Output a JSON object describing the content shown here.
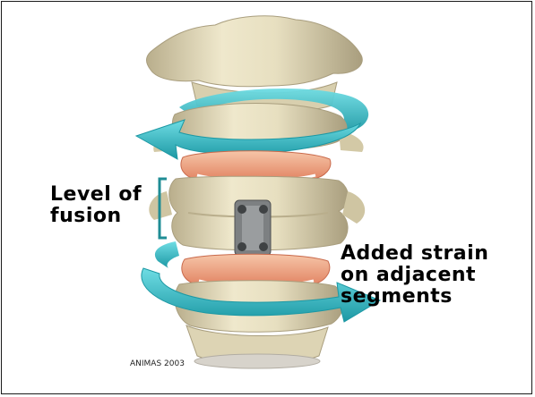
{
  "labels": {
    "level_of_fusion": [
      "Level of",
      "fusion"
    ],
    "added_strain": [
      "Added strain",
      "on adjacent",
      "segments"
    ]
  },
  "copyright": "ANIMAS 2003",
  "colors": {
    "bone": "#e7dfc0",
    "bone_shadow": "#b9ae8c",
    "bone_dark": "#8f8466",
    "disc": "#e8946e",
    "disc_light": "#f6c6a8",
    "arrow": "#35c4cf",
    "arrow_dark": "#1c98a4",
    "bracket": "#1f8d95",
    "plate": "#7d8082"
  }
}
